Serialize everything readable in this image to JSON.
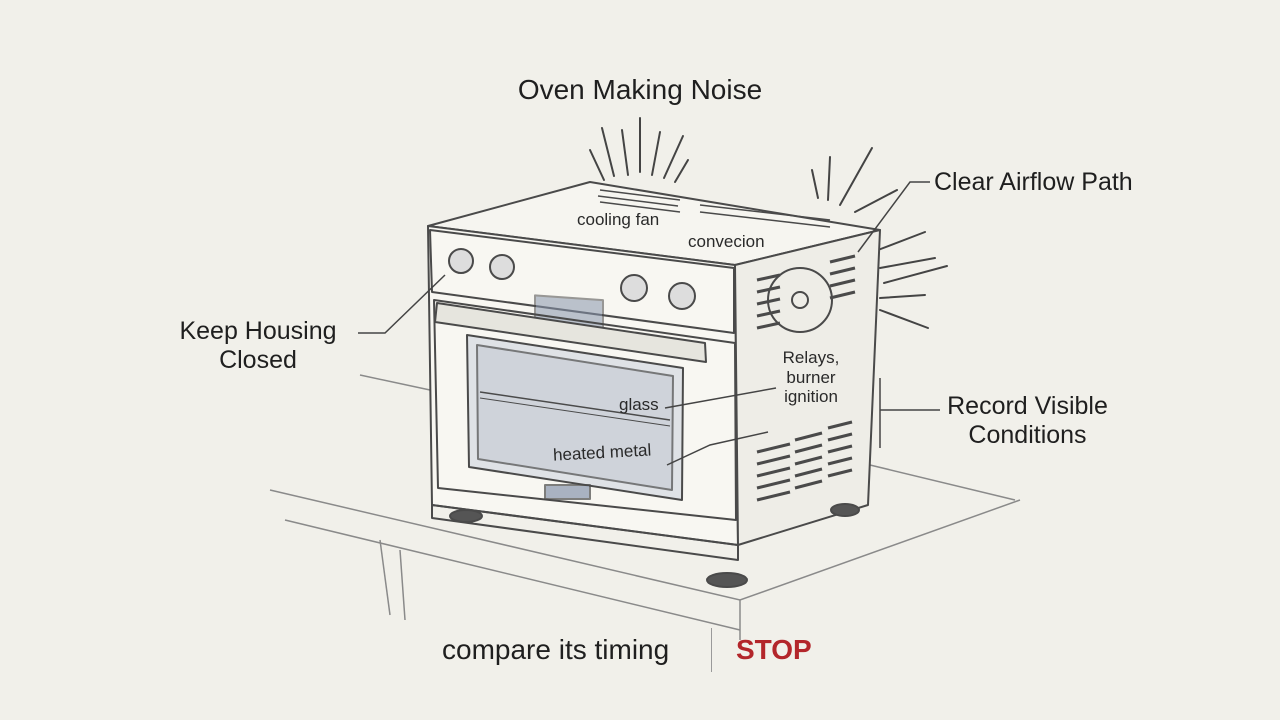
{
  "title": "Oven Making Noise",
  "callouts": {
    "airflow": "Clear Airflow Path",
    "housing": "Keep Housing Closed",
    "record": "Record Visible Conditions"
  },
  "parts": {
    "cooling_fan": "cooling fan",
    "convection": "convecion",
    "relays": "Relays, burner ignition",
    "glass": "glass",
    "heated_metal": "heated metal"
  },
  "footer": {
    "left": "compare its timing",
    "right": "STOP"
  },
  "colors": {
    "background": "#f1f0ea",
    "sketch_line": "#4a4a4a",
    "heat_highlight": "#e8a94a",
    "cool_highlight": "#8fa9cc",
    "stop_red": "#b3262b"
  }
}
